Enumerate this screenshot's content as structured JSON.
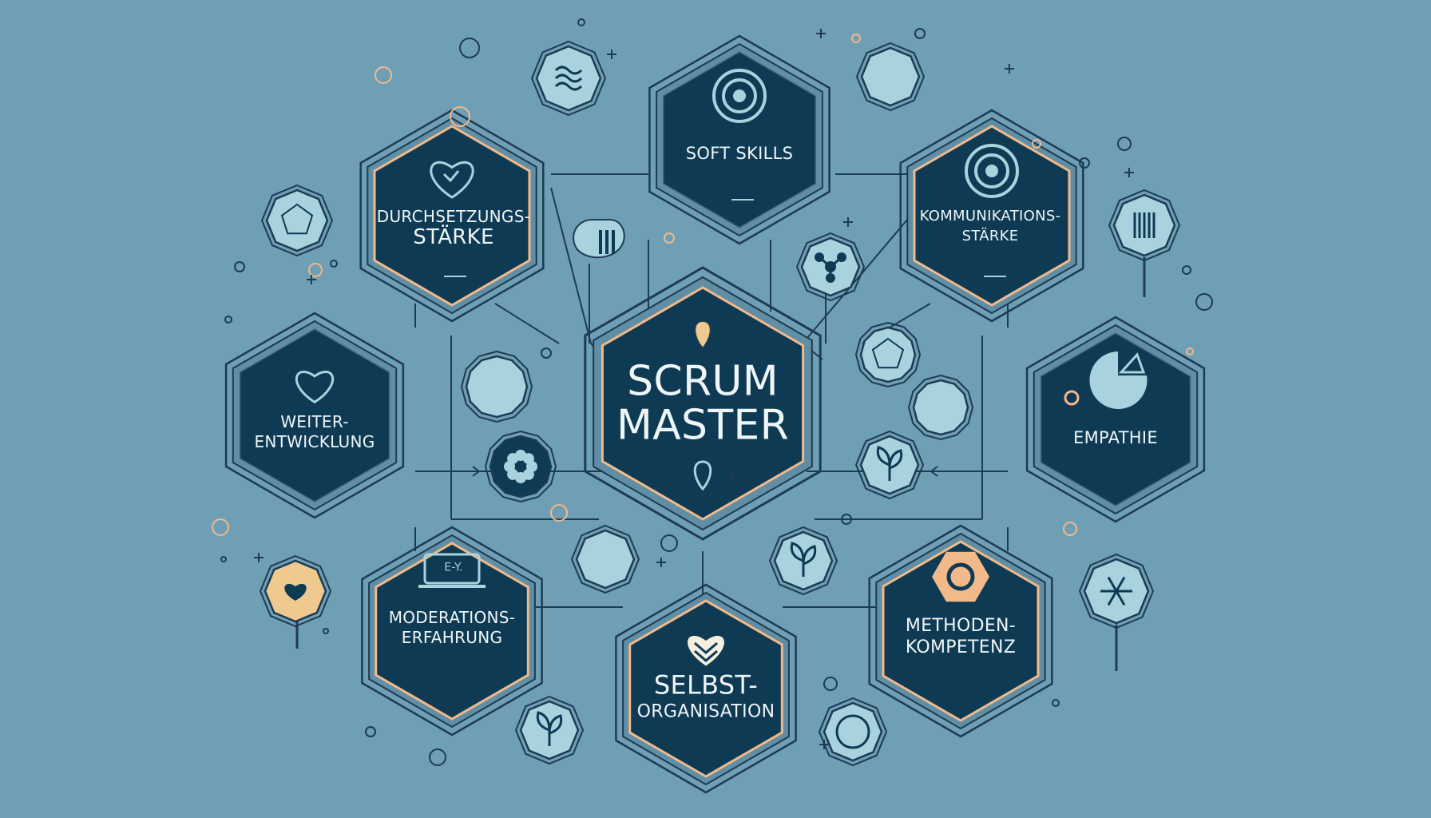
{
  "diagram": {
    "center": {
      "line1": "SCRUM",
      "line2": "MASTER"
    },
    "nodes": {
      "soft_skills": {
        "line1": "SOFT SKILLS",
        "line2": ""
      },
      "durchsetzung": {
        "line1": "DURCHSETZUNGS-",
        "line2": "STÄRKE"
      },
      "kommunikation": {
        "line1": "KOMMUNIKATIONS-",
        "line2": "STÄRKE"
      },
      "weiterentwicklung": {
        "line1": "WEITER-",
        "line2": "ENTWICKLUNG"
      },
      "empathie": {
        "line1": "EMPATHIE",
        "line2": ""
      },
      "moderation": {
        "line1": "MODERATIONS-",
        "line2": "ERFAHRUNG",
        "screen_text": "E-Y."
      },
      "selbstorganisation": {
        "line1": "SELBST-",
        "line2": "ORGANISATION"
      },
      "methodenkompetenz": {
        "line1": "METHODEN-",
        "line2": "KOMPETENZ"
      }
    },
    "colors": {
      "background": "#6e9fb5",
      "hex_fill": "#0f3a54",
      "outline": "#1d3b52",
      "accent_orange": "#f2b98a",
      "icon_light": "#a8d3de",
      "text": "#eef6f8"
    }
  }
}
